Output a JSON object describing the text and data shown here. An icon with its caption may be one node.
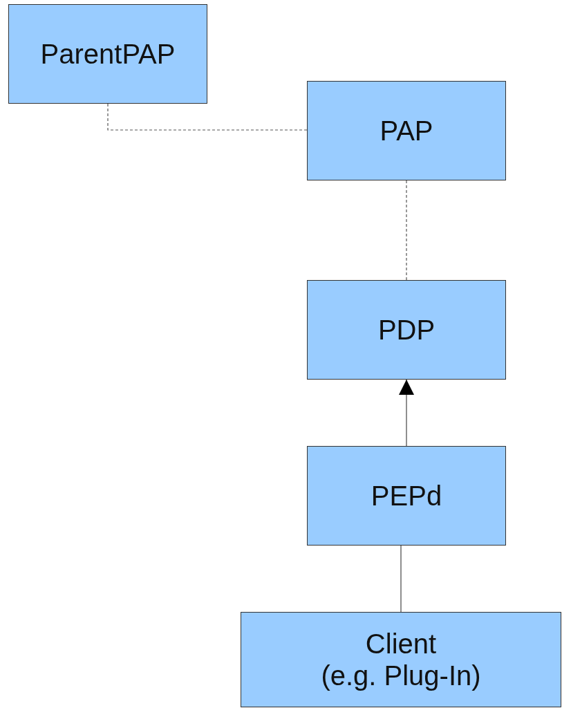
{
  "diagram": {
    "nodes": [
      {
        "text": [
          "ParentPAP"
        ]
      },
      {
        "text": [
          "PAP"
        ]
      },
      {
        "text": [
          "PDP"
        ]
      },
      {
        "text": [
          "PEPd"
        ]
      },
      {
        "text": [
          "Client",
          "(e.g. Plug-In)"
        ]
      }
    ],
    "edges": [
      {
        "from": 0,
        "to": 1,
        "arrow": "none",
        "style": "dashed"
      },
      {
        "from": 1,
        "to": 2,
        "arrow": "none",
        "style": "dashed"
      },
      {
        "from": 3,
        "to": 2,
        "arrow": "to"
      },
      {
        "from": 4,
        "to": 3,
        "arrow": "none"
      }
    ]
  }
}
